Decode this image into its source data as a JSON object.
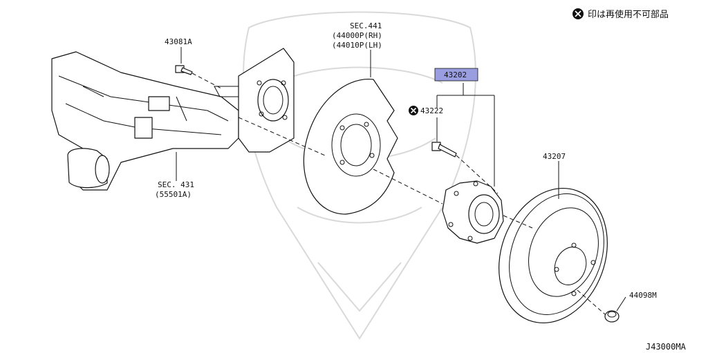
{
  "legend": {
    "text": "印は再使用不可部品",
    "icon": "x-circle-icon"
  },
  "parts": [
    {
      "id": "p43081a",
      "number": "43081A"
    },
    {
      "id": "sec441",
      "lines": [
        "SEC.441",
        "(44000P(RH)",
        "(44010P(LH)"
      ]
    },
    {
      "id": "p43202",
      "number": "43202",
      "highlighted": true,
      "highlight_color": "#9a9ee0"
    },
    {
      "id": "p43222",
      "number": "43222",
      "non_reusable": true
    },
    {
      "id": "p43207",
      "number": "43207"
    },
    {
      "id": "sec431",
      "lines": [
        "SEC. 431",
        "(55501A)"
      ]
    },
    {
      "id": "p44098m",
      "number": "44098M"
    }
  ],
  "diagram_code": "J43000MA"
}
